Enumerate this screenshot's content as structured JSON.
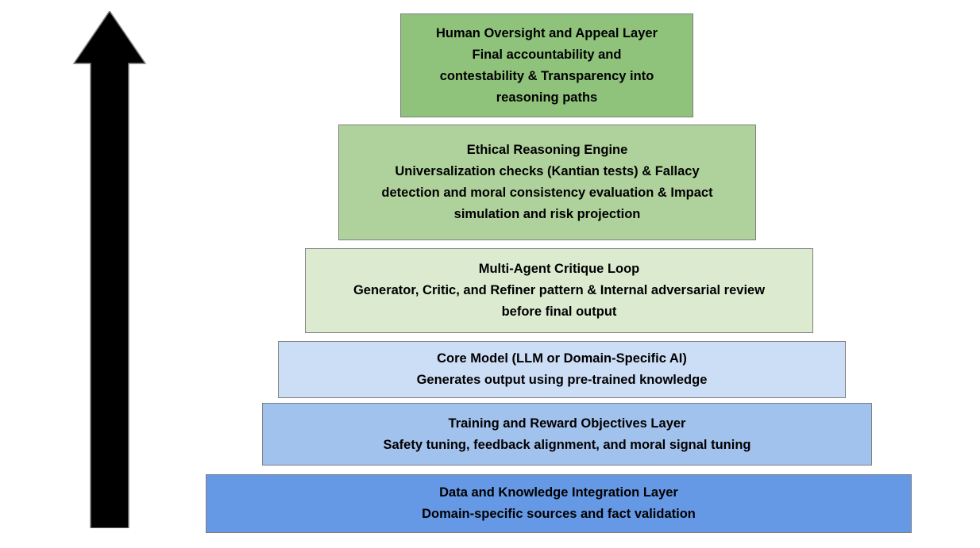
{
  "diagram": {
    "type": "layered-pyramid",
    "orientation": "bottom-up",
    "arrow": {
      "icon": "up-arrow-icon",
      "direction": "up",
      "color": "#000000",
      "meaning": "progression from foundational layers to human oversight"
    },
    "layers": [
      {
        "index": 1,
        "position": "top",
        "color": "#8FC37B",
        "title": "Human Oversight and Appeal Layer",
        "lines": [
          "Human Oversight and Appeal Layer",
          "Final accountability and",
          "contestability & Transparency into",
          "reasoning paths"
        ]
      },
      {
        "index": 2,
        "position": "second",
        "color": "#AFD29C",
        "title": "Ethical Reasoning Engine",
        "lines": [
          "Ethical Reasoning Engine",
          "Universalization checks (Kantian tests) & Fallacy",
          "detection and moral consistency evaluation & Impact",
          "simulation and risk projection"
        ]
      },
      {
        "index": 3,
        "position": "third",
        "color": "#DCEBD0",
        "title": "Multi-Agent Critique Loop",
        "lines": [
          "Multi-Agent Critique Loop",
          "Generator, Critic, and Refiner pattern & Internal adversarial review",
          "before final output"
        ]
      },
      {
        "index": 4,
        "position": "fourth",
        "color": "#CCDDF6",
        "title": "Core Model (LLM or Domain-Specific AI)",
        "lines": [
          "Core Model (LLM or Domain-Specific AI)",
          "Generates output using pre-trained knowledge"
        ]
      },
      {
        "index": 5,
        "position": "fifth",
        "color": "#A2C2EE",
        "title": "Training and Reward Objectives Layer",
        "lines": [
          "Training and Reward Objectives Layer",
          "Safety tuning, feedback alignment, and moral signal tuning"
        ]
      },
      {
        "index": 6,
        "position": "bottom",
        "color": "#6699E5",
        "title": "Data and Knowledge Integration Layer",
        "lines": [
          "Data and Knowledge Integration Layer",
          "Domain-specific sources and fact validation"
        ]
      }
    ]
  }
}
